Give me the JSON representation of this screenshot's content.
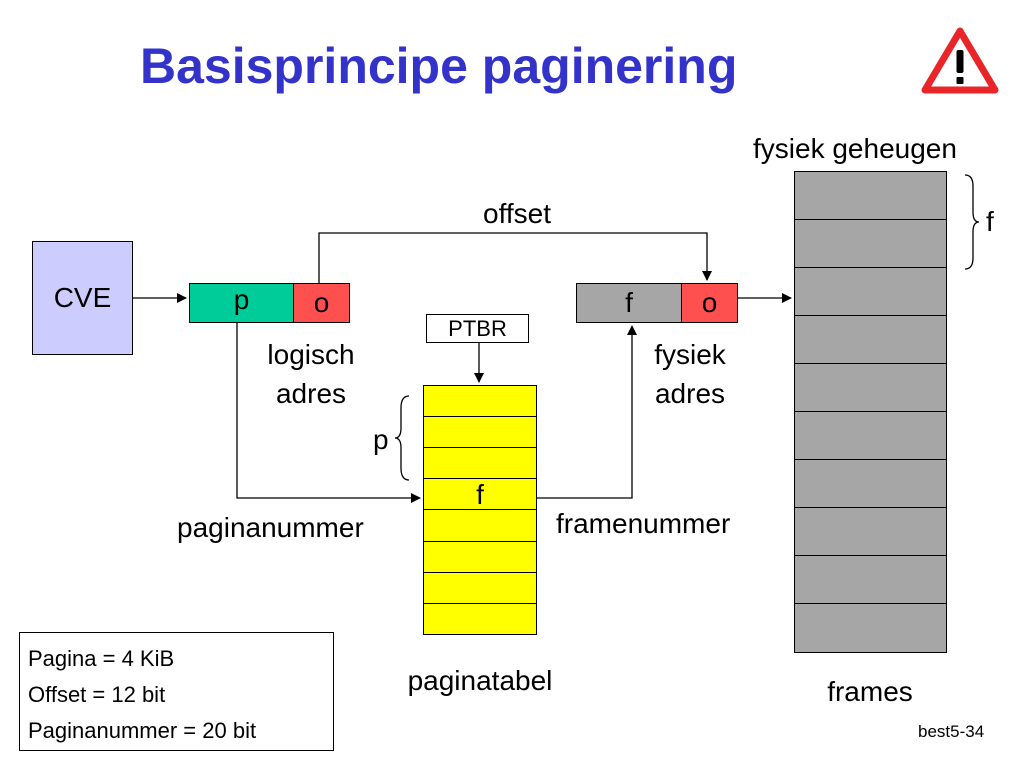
{
  "title": "Basisprincipe paginering",
  "icons": {
    "warning": "warning-icon"
  },
  "cpu": {
    "label": "CVE"
  },
  "logical_address": {
    "page_field": "p",
    "offset_field": "o",
    "caption": "logisch adres"
  },
  "physical_address": {
    "frame_field": "f",
    "offset_field": "o",
    "caption": "fysiek adres"
  },
  "offset_label": "offset",
  "ptbr_label": "PTBR",
  "page_table": {
    "index_brace_label": "p",
    "entry_label": "f",
    "caption": "paginatabel",
    "rows": [
      "",
      "",
      "",
      "f",
      "",
      "",
      "",
      ""
    ]
  },
  "page_number_label": "paginanummer",
  "frame_number_label": "framenummer",
  "physical_memory": {
    "title": "fysiek geheugen",
    "frame_brace_label": "f",
    "caption": "frames",
    "frame_count": 10
  },
  "info_box": [
    "Pagina = 4 KiB",
    "Offset = 12 bit",
    "Paginanummer = 20 bit"
  ],
  "slide_number": "best5-34",
  "colors": {
    "title": "#3333cc",
    "cpu_fill": "#ccccff",
    "page_field_fill": "#00cc99",
    "offset_fill": "#ff5050",
    "frame_field_fill": "#a6a6a6",
    "page_table_fill": "#ffff00",
    "memory_fill": "#a6a6a6",
    "warning_red": "#e8262a"
  }
}
